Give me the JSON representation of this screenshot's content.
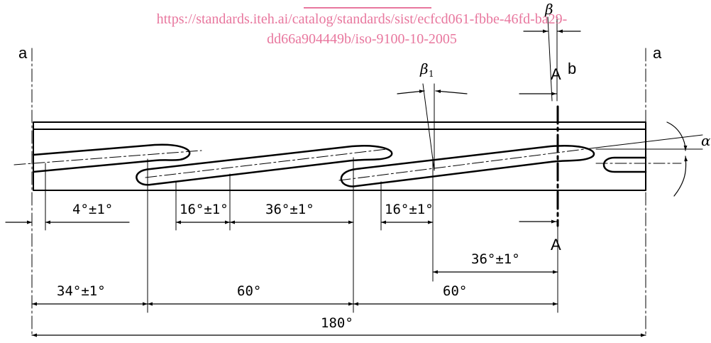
{
  "watermark": {
    "line1": "https://standards.iteh.ai/catalog/standards/sist/ecfcd061-fbbe-46fd-ba29-",
    "line2": "dd66a904449b/iso-9100-10-2005",
    "color": "#e8779e"
  },
  "labels": {
    "left_edge": "a",
    "right_edge": "a",
    "section_top": "A",
    "section_bottom": "A",
    "section_b": "b",
    "beta": "β",
    "beta1": "β",
    "beta1_subscript": "1",
    "alpha": "α"
  },
  "dimensions": {
    "d_4": "4°±1°",
    "d_16_left": "16°±1°",
    "d_36_left": "36°±1°",
    "d_16_right": "16°±1°",
    "d_36_right": "36°±1°",
    "d_34": "34°±1°",
    "d_60_left": "60°",
    "d_60_right": "60°",
    "d_180": "180°"
  }
}
